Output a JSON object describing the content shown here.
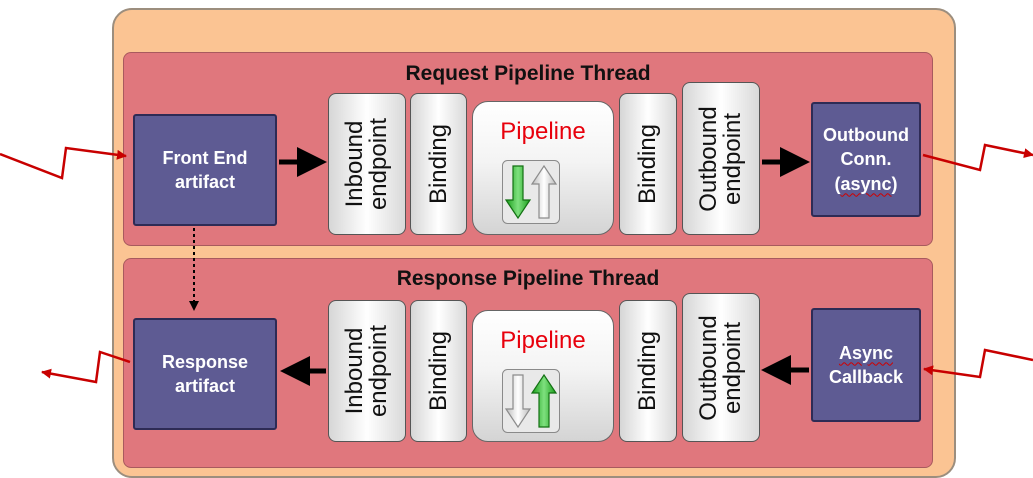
{
  "request_thread": {
    "title": "Request Pipeline Thread",
    "front_end": {
      "line1": "Front End",
      "line2": "artifact"
    },
    "inbound_endpoint": "Inbound endpoint",
    "binding_in": "Binding",
    "pipeline": "Pipeline",
    "binding_out": "Binding",
    "outbound_endpoint": "Outbound endpoint",
    "outbound_conn": {
      "line1": "Outbound",
      "line2": "Conn.",
      "line3_open": "(",
      "line3_word": "async",
      "line3_close": ")"
    }
  },
  "response_thread": {
    "title": "Response Pipeline Thread",
    "response_artifact": {
      "line1": "Response",
      "line2": "artifact"
    },
    "inbound_endpoint": "Inbound endpoint",
    "binding_in": "Binding",
    "pipeline": "Pipeline",
    "binding_out": "Binding",
    "outbound_endpoint": "Outbound endpoint",
    "async_callback": {
      "line1": "Async",
      "line2": "Callback"
    }
  },
  "colors": {
    "outer_bg": "#fbc493",
    "thread_bg": "#e0777d",
    "artifact_bg": "#5e5b93",
    "pipeline_label": "#e8000c",
    "lightning": "#c80000"
  },
  "icons": {
    "request_pipeline": "down-green-up-gray-arrows-icon",
    "response_pipeline": "down-gray-up-green-arrows-icon"
  }
}
